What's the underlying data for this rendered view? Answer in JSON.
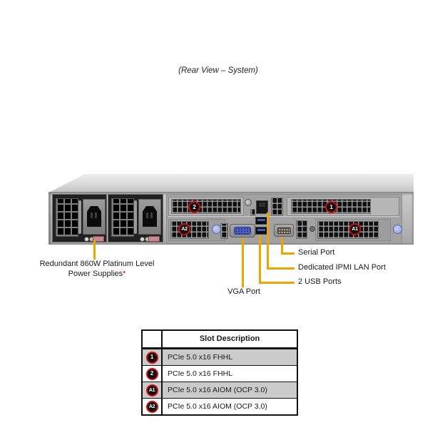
{
  "title": "(Rear View – System)",
  "diagram": {
    "badges": {
      "slot1": "1",
      "slot2": "2",
      "aiom1": "A1",
      "aiom2": "A2"
    },
    "labels": {
      "psu_line1": "Redundant 860W Platinum Level",
      "psu_line2": "Power Supplies",
      "psu_asterisk": "*",
      "serial": "Serial Port",
      "ipmi": "Dedicated IPMI LAN Port",
      "usb": "2 USB Ports",
      "vga": "VGA Port"
    }
  },
  "table": {
    "header_description": "Slot Description",
    "rows": [
      {
        "badge": "1",
        "description": "PCIe 5.0 x16 FHHL"
      },
      {
        "badge": "2",
        "description": "PCIe 5.0 x16 FHHL"
      },
      {
        "badge": "A1",
        "description": "PCIe 5.0 x16 AIOM (OCP 3.0)"
      },
      {
        "badge": "A2",
        "description": "PCIe 5.0 x16 AIOM (OCP 3.0)"
      }
    ]
  },
  "colors": {
    "callout_line": "#EFA500",
    "badge_ring": "#CC1111",
    "table_row_shaded": "#CBCBCB",
    "asterisk": "#CC0000"
  }
}
